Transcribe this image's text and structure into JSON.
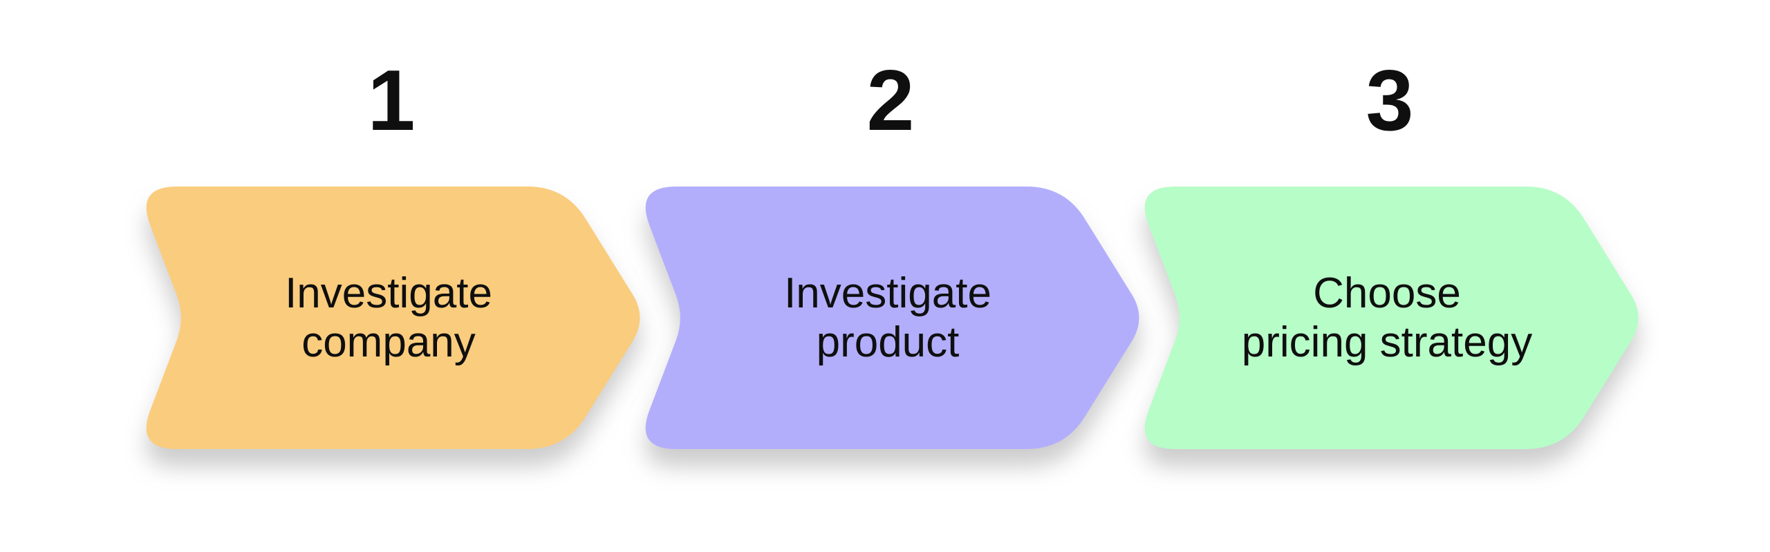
{
  "canvas": {
    "background": "#ffffff",
    "text_color": "#0f0f0f"
  },
  "steps": [
    {
      "number": "1",
      "label_line1": "Investigate",
      "label_line2": "company",
      "color": "#FACC7D"
    },
    {
      "number": "2",
      "label_line1": "Investigate",
      "label_line2": "product",
      "color": "#B3AEFB"
    },
    {
      "number": "3",
      "label_line1": "Choose",
      "label_line2": "pricing strategy",
      "color": "#B7FDC8"
    }
  ]
}
